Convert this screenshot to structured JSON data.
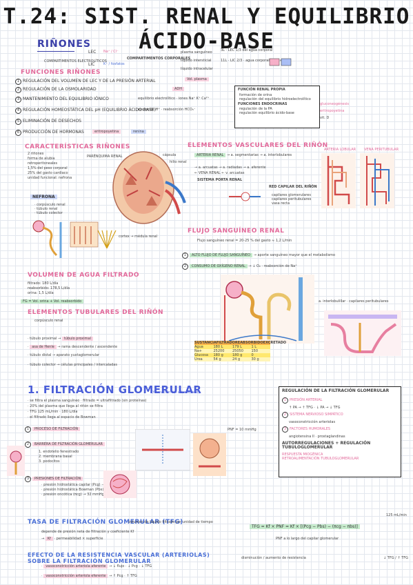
{
  "title": "T.24: SIST. RENAL Y EQUILIBRIO ÁCIDO-BASE",
  "rinones": {
    "heading": "RIÑONES",
    "compartimentos": "COMPARTIMENTOS CORPORALES",
    "lec": "LEC",
    "lic": "LIC",
    "compartimentos_electroliticos": "COMPARTIMENTOS ELECTROLÍTICOS",
    "plasma": "plasma sanguíneo",
    "intersticial": "líquido intersticial"
  },
  "funciones": {
    "heading": "FUNCIONES RIÑONES",
    "items": [
      "REGULACIÓN DEL VOLUMEN DE LEC Y DE LA PRESIÓN ARTERIAL",
      "REGULACIÓN DE LA OSMOLARIDAD",
      "MANTENIMIENTO DEL EQUILIBRIO IÓNICO",
      "REGULACIÓN HOMEOSTÁTICA DEL pH (EQUILIBRIO ÁCIDO-BASE)",
      "ELIMINACIÓN DE DESECHOS",
      "PRODUCCIÓN DE HORMONAS"
    ],
    "tags": [
      "ADH",
      "eritropoyetina",
      "renina"
    ]
  },
  "funcion_renal_box": {
    "title": "FUNCIÓN RENAL PROPIA",
    "subtitle": "FUNCIONES ENDOCRINAS",
    "lines": [
      "formación de orina",
      "regulación del equilibrio hidroelectrolítico",
      "regulación de la PA",
      "regulación equilibrio ácido-base",
      "gluconeogénesis",
      "eritropoyetina",
      "vit. D"
    ]
  },
  "caracteristicas": {
    "heading": "CARACTERÍSTICAS RIÑONES",
    "nefrona_label": "NEFRONA",
    "lines": [
      "2 riñones",
      "forma de alubia",
      "retroperitoneales",
      "1,5% del peso corporal",
      "25% del gasto cardiaco",
      "unidad funcional: nefrona"
    ]
  },
  "circulacion": {
    "heading": "ELEMENTOS VASCULARES DEL RIÑÓN",
    "arteria": "ARTERIA RENAL",
    "vena": "VENA RENAL",
    "sistema_porta": "SISTEMA PORTA RENAL",
    "capilares": "RED CAPILAR DEL RIÑÓN",
    "fig_labels": [
      "ARTERIA LOBULAR",
      "VENA PERITUBULAR"
    ]
  },
  "flujo": {
    "heading": "FLUJO SANGUÍNEO RENAL",
    "line1": "Flujo sanguíneo renal = 20-25 % del gasto ≈ 1,2 L/min",
    "line2": "ALTO FLUJO DE FLUJO SANGUÍNEO",
    "line3": "CONSUMO DE OXÍGENO RENAL"
  },
  "volumen": {
    "heading": "VOLUMEN DE AGUA FILTRADO",
    "lines": [
      "filtrado: 180 L/día",
      "reabsorbido: 178,5 L/día",
      "orina: 1,5 L/día"
    ],
    "formula": "FG = Vol. orina + Vol. reabsorbido"
  },
  "elementos_tubulares": {
    "heading": "ELEMENTOS TUBULARES DEL RIÑÓN",
    "nephron_parts": [
      "corpúsculo renal",
      "túbulo proximal",
      "asa de Henle",
      "túbulo distal",
      "túbulo colector"
    ]
  },
  "table": {
    "headers": [
      "SUSTANCIA",
      "FILTRADO",
      "REABSORBIDO",
      "EXCRETADO"
    ],
    "rows": [
      [
        "Agua",
        "180 L",
        "179 L",
        "1 L"
      ],
      [
        "Na+",
        "25200",
        "25050",
        "150"
      ],
      [
        "Glucosa",
        "180 g",
        "180 g",
        "0"
      ],
      [
        "Urea",
        "54 g",
        "24 g",
        "30 g"
      ]
    ]
  },
  "filtracion": {
    "heading": "1. FILTRACIÓN GLOMERULAR",
    "subtitle": "(formación del ultrafiltrado)",
    "items": [
      "PROCESO DE FILTRACIÓN",
      "BARRERA DE FILTRACIÓN GLOMERULAR",
      "PRESIONES DE FILTRACIÓN"
    ],
    "membrana": [
      "1. endotelio fenestrado",
      "2. membrana basal",
      "3. podocitos"
    ]
  },
  "regulacion_box": {
    "title": "REGULACIÓN DE LA FILTRACIÓN GLOMERULAR",
    "items": [
      "PRESIÓN ARTERIAL",
      "SISTEMA NERVIOSO SIMPÁTICO",
      "FACTORES HUMORALES"
    ],
    "autorreg": "AUTORREGULACIONES + REGULACIÓN TUBULOGLOMERULAR",
    "sub": [
      "RESPUESTA MIOGÉNICA",
      "RETROALIMENTACIÓN TUBULOGLOMERULAR"
    ]
  },
  "tfg": {
    "heading": "TASA DE FILTRACIÓN GLOMERULAR (TFG)",
    "formula": "TFG = Kf × PNF = Kf × [(Pcg − Pbs) − (πcg − πbs)]",
    "value": "125 mL/min",
    "line1": "volumen de líquido filtrado por unidad de tiempo",
    "line2": "depende de presión neta de filtración y coeficiente Kf"
  },
  "efecto": {
    "heading": "EFECTO DE LA RESISTENCIA VASCULAR (ARTERIOLAS) SOBRE LA FILTRACIÓN GLOMERULAR",
    "items": [
      "vasoconstricción arteriola aferente",
      "vasoconstricción arteriola eferente"
    ],
    "right_note": "↓ TFG / ↑ TFG"
  },
  "colors": {
    "accent_blue": "#4a5ed8",
    "accent_pink": "#e2699a",
    "highlight_green": "#a8e0b0",
    "highlight_yellow": "#ffe86e"
  }
}
